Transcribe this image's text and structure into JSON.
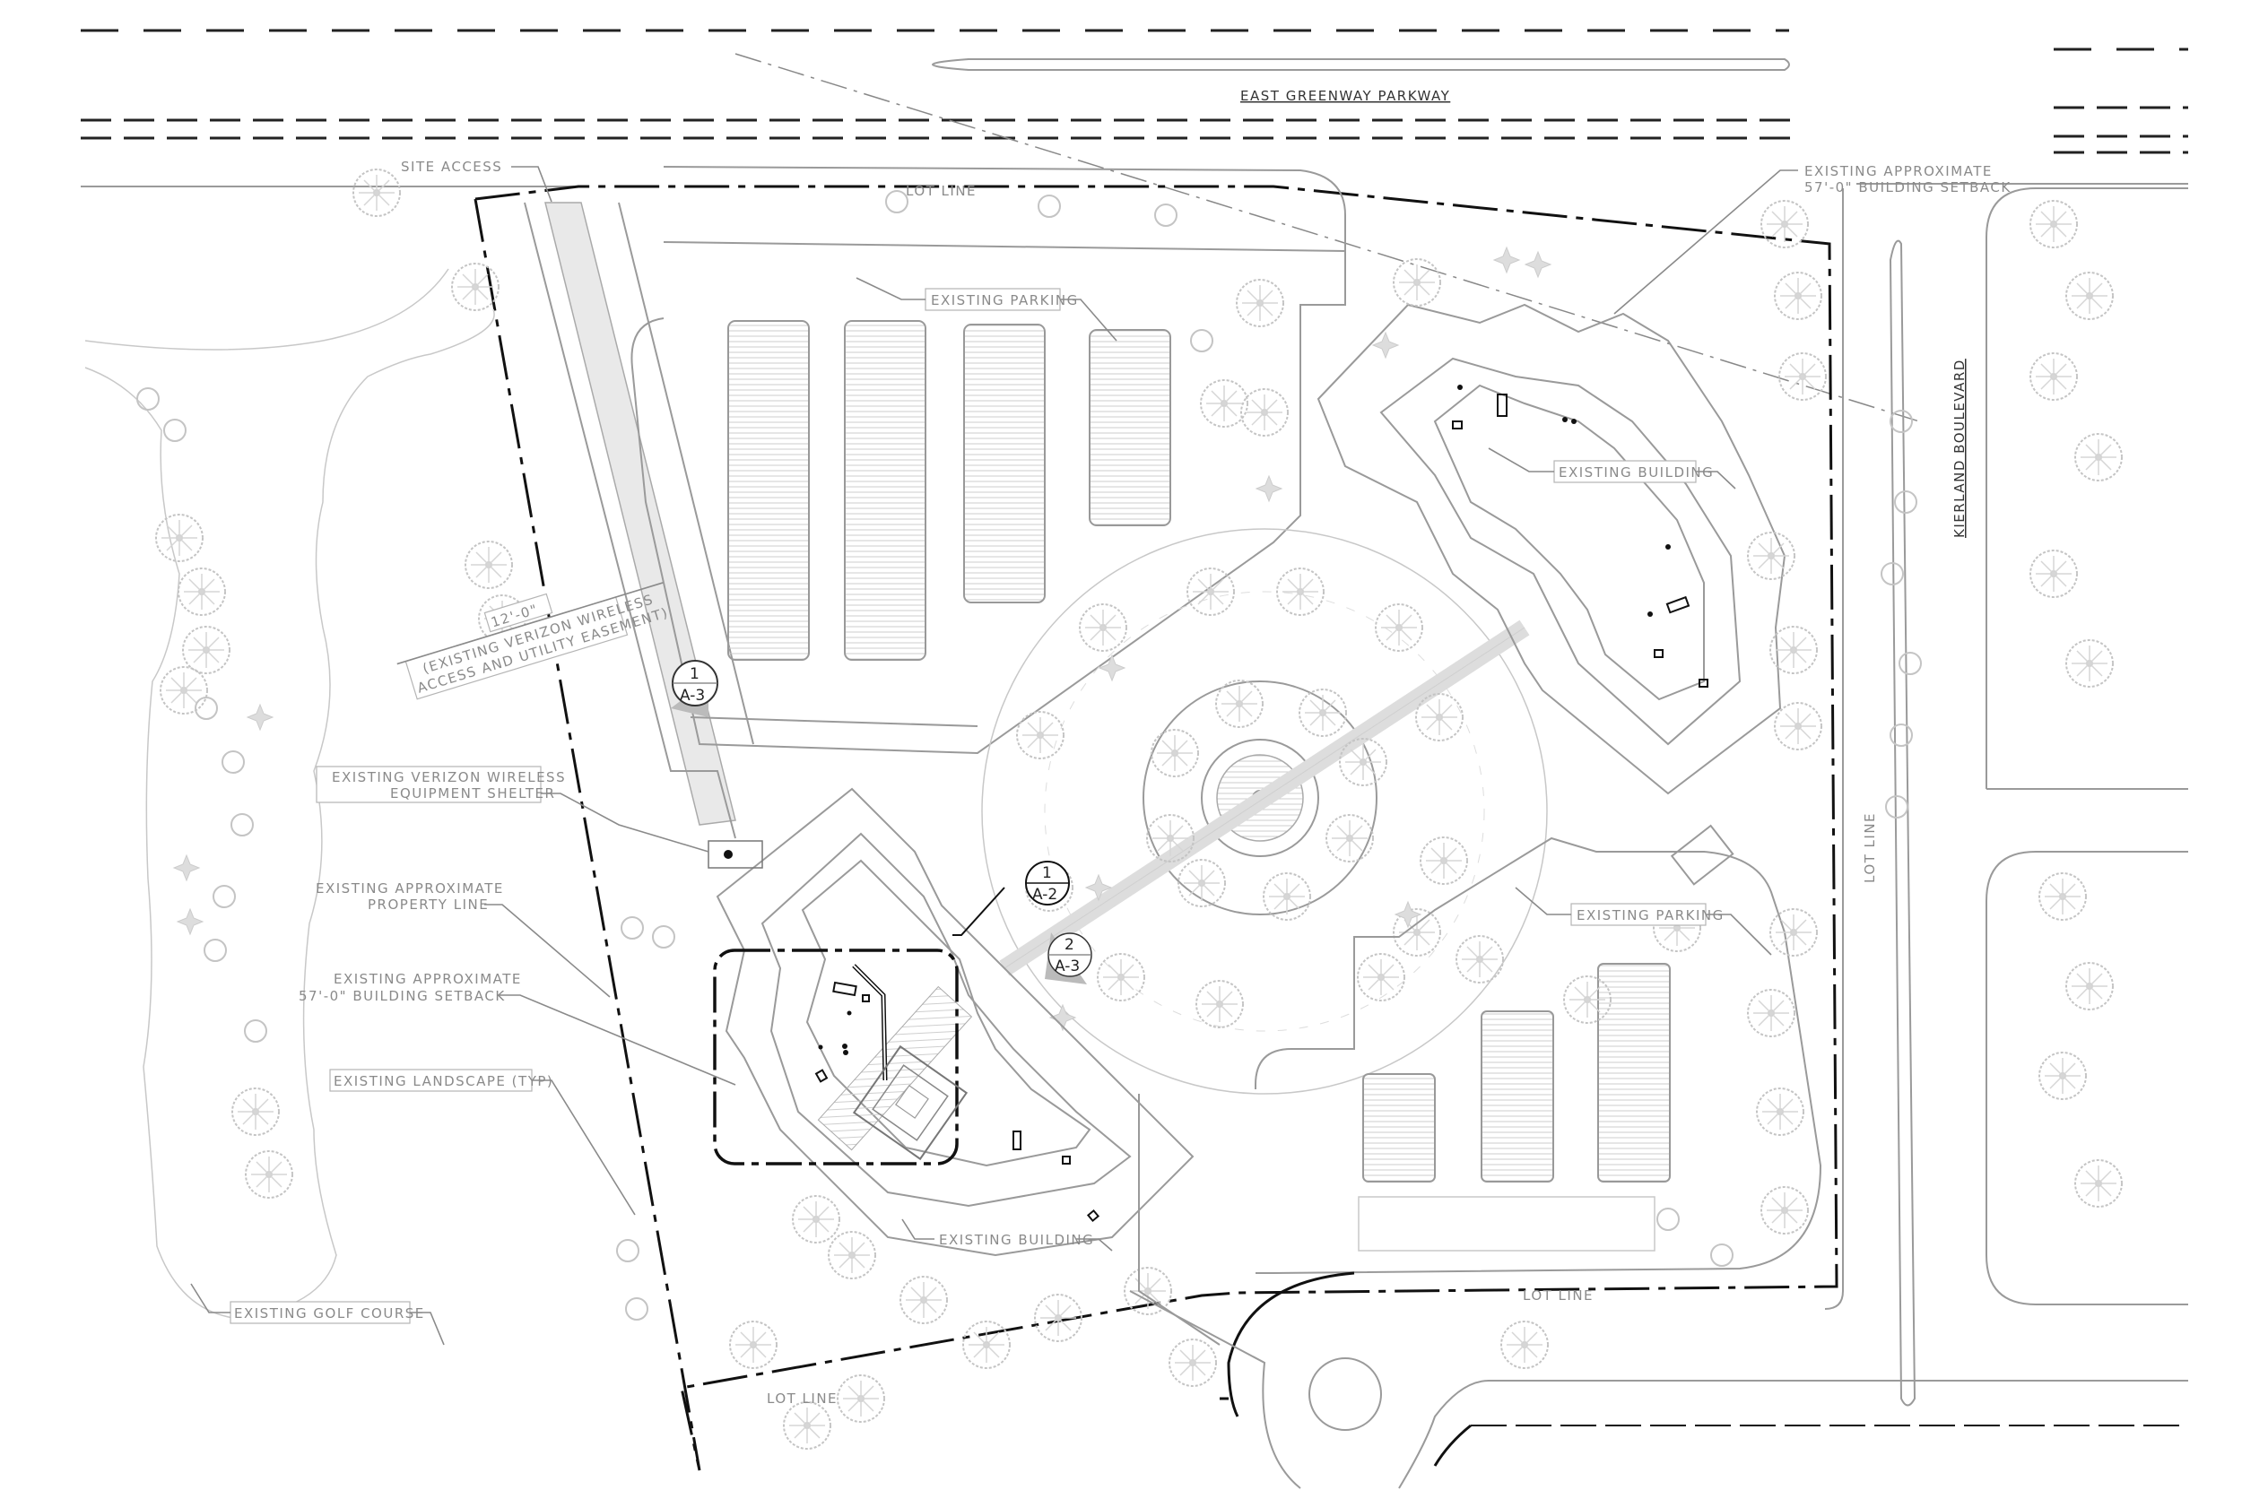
{
  "drawing": {
    "type": "site plan",
    "streets": {
      "north": "EAST GREENWAY PARKWAY",
      "east": "KIERLAND BOULEVARD"
    },
    "labels": {
      "site_access": "SITE ACCESS",
      "lot_line_top": "LOT LINE",
      "lot_line_bottom_right": "LOT LINE",
      "lot_line_bottom_left": "LOT LINE",
      "lot_line_right": "LOT LINE",
      "setback_ne_line1": "EXISTING APPROXIMATE",
      "setback_ne_line2": "57'-0\" BUILDING SETBACK",
      "parking_north": "EXISTING PARKING",
      "parking_south": "EXISTING PARKING",
      "building_ne": "EXISTING BUILDING",
      "building_sw": "EXISTING BUILDING",
      "easement_dim": "12'-0\"",
      "easement_line1": "(EXISTING VERIZON WIRELESS",
      "easement_line2": "ACCESS AND UTILITY EASEMENT)",
      "shelter_line1": "EXISTING VERIZON WIRELESS",
      "shelter_line2": "EQUIPMENT SHELTER",
      "property_line1": "EXISTING APPROXIMATE",
      "property_line2": "PROPERTY LINE",
      "setback_w_line1": "EXISTING APPROXIMATE",
      "setback_w_line2": "57'-0\" BUILDING SETBACK",
      "landscape": "EXISTING LANDSCAPE (TYP)",
      "golf_course": "EXISTING GOLF COURSE"
    },
    "callouts": [
      {
        "id": "section-1-a3",
        "number": "1",
        "sheet": "A-3"
      },
      {
        "id": "detail-1-a2",
        "number": "1",
        "sheet": "A-2"
      },
      {
        "id": "section-2-a3",
        "number": "2",
        "sheet": "A-3"
      }
    ],
    "colors": {
      "linework": "#9a9a9a",
      "heavy": "#111111",
      "landscape": "#c4c4c4",
      "text": "#8a8a8a",
      "hatch": "#d9d9d9"
    }
  }
}
